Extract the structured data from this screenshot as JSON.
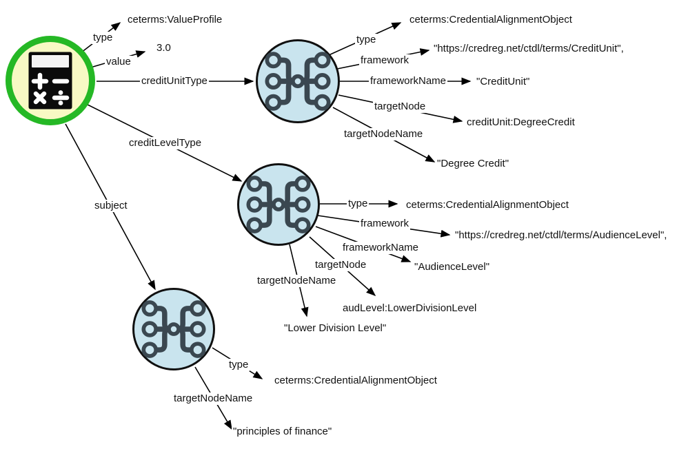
{
  "diagram": {
    "title": "ValueProfile credential alignment graph",
    "colors": {
      "bg": "#ffffff",
      "text": "#111111",
      "edge": "#000000",
      "rootRing": "#25b825",
      "rootFill": "#f8f9c4",
      "nodeFill": "#c9e4ee",
      "icon": "#3a4750"
    },
    "icons": {
      "root": "calculator-icon",
      "alignment_nodes": "network-hub-icon"
    },
    "nodes": {
      "root": {
        "kind": "ValueProfile"
      },
      "creditUnitType_node": {
        "kind": "CredentialAlignmentObject"
      },
      "creditLevelType_node": {
        "kind": "CredentialAlignmentObject"
      },
      "subject_node": {
        "kind": "CredentialAlignmentObject"
      }
    }
  },
  "texts": {
    "root": {
      "type_label": "type",
      "type_value": "ceterms:ValueProfile",
      "value_label": "value",
      "value_value": "3.0",
      "creditUnitType_label": "creditUnitType",
      "creditLevelType_label": "creditLevelType",
      "subject_label": "subject"
    },
    "creditUnitType_node": {
      "type_label": "type",
      "type_value": "ceterms:CredentialAlignmentObject",
      "framework_label": "framework",
      "framework_value": "\"https://credreg.net/ctdl/terms/CreditUnit\",",
      "frameworkName_label": "frameworkName",
      "frameworkName_value": "\"CreditUnit\"",
      "targetNode_label": "targetNode",
      "targetNode_value": "creditUnit:DegreeCredit",
      "targetNodeName_label": "targetNodeName",
      "targetNodeName_value": "\"Degree Credit\""
    },
    "creditLevelType_node": {
      "type_label": "type",
      "type_value": "ceterms:CredentialAlignmentObject",
      "framework_label": "framework",
      "framework_value": "\"https://credreg.net/ctdl/terms/AudienceLevel\",",
      "frameworkName_label": "frameworkName",
      "frameworkName_value": "\"AudienceLevel\"",
      "targetNode_label": "targetNode",
      "targetNode_value": "audLevel:LowerDivisionLevel",
      "targetNodeName_label": "targetNodeName",
      "targetNodeName_value": "\"Lower Division Level\""
    },
    "subject_node": {
      "type_label": "type",
      "type_value": "ceterms:CredentialAlignmentObject",
      "targetNodeName_label": "targetNodeName",
      "targetNodeName_value": "\"principles of finance\""
    }
  }
}
